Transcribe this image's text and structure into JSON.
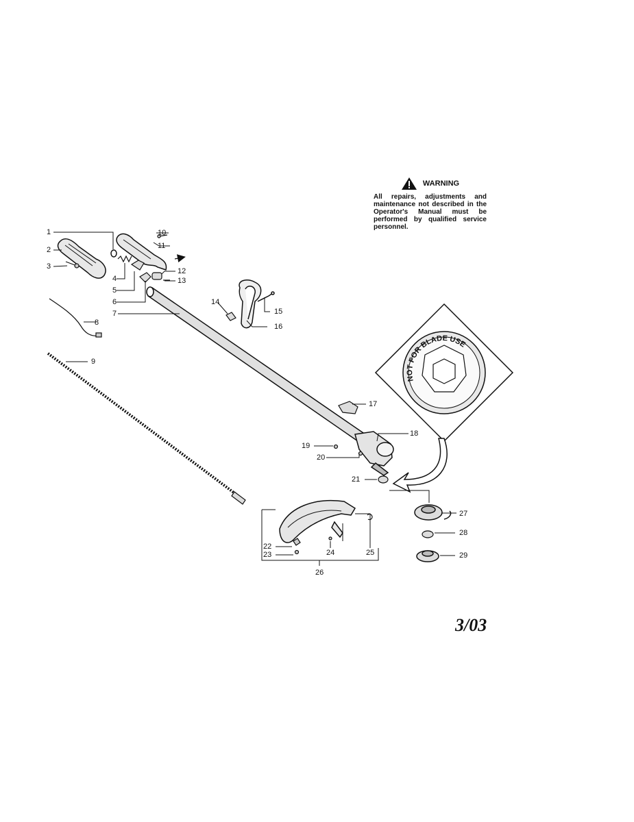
{
  "warning": {
    "title": "WARNING",
    "text": "All repairs, adjustments and maintenance not described in the Operator's Manual must be performed by qualified service personnel."
  },
  "inset": {
    "spool_text": "NOT FOR BLADE USE"
  },
  "date_code": "3/03",
  "parts": [
    {
      "num": "1"
    },
    {
      "num": "2"
    },
    {
      "num": "3"
    },
    {
      "num": "4"
    },
    {
      "num": "5"
    },
    {
      "num": "6"
    },
    {
      "num": "7"
    },
    {
      "num": "8"
    },
    {
      "num": "9"
    },
    {
      "num": "10"
    },
    {
      "num": "11"
    },
    {
      "num": "12"
    },
    {
      "num": "13"
    },
    {
      "num": "14"
    },
    {
      "num": "15"
    },
    {
      "num": "16"
    },
    {
      "num": "17"
    },
    {
      "num": "18"
    },
    {
      "num": "19"
    },
    {
      "num": "20"
    },
    {
      "num": "21"
    },
    {
      "num": "22"
    },
    {
      "num": "23"
    },
    {
      "num": "24"
    },
    {
      "num": "25"
    },
    {
      "num": "26"
    },
    {
      "num": "27"
    },
    {
      "num": "28"
    },
    {
      "num": "29"
    }
  ]
}
